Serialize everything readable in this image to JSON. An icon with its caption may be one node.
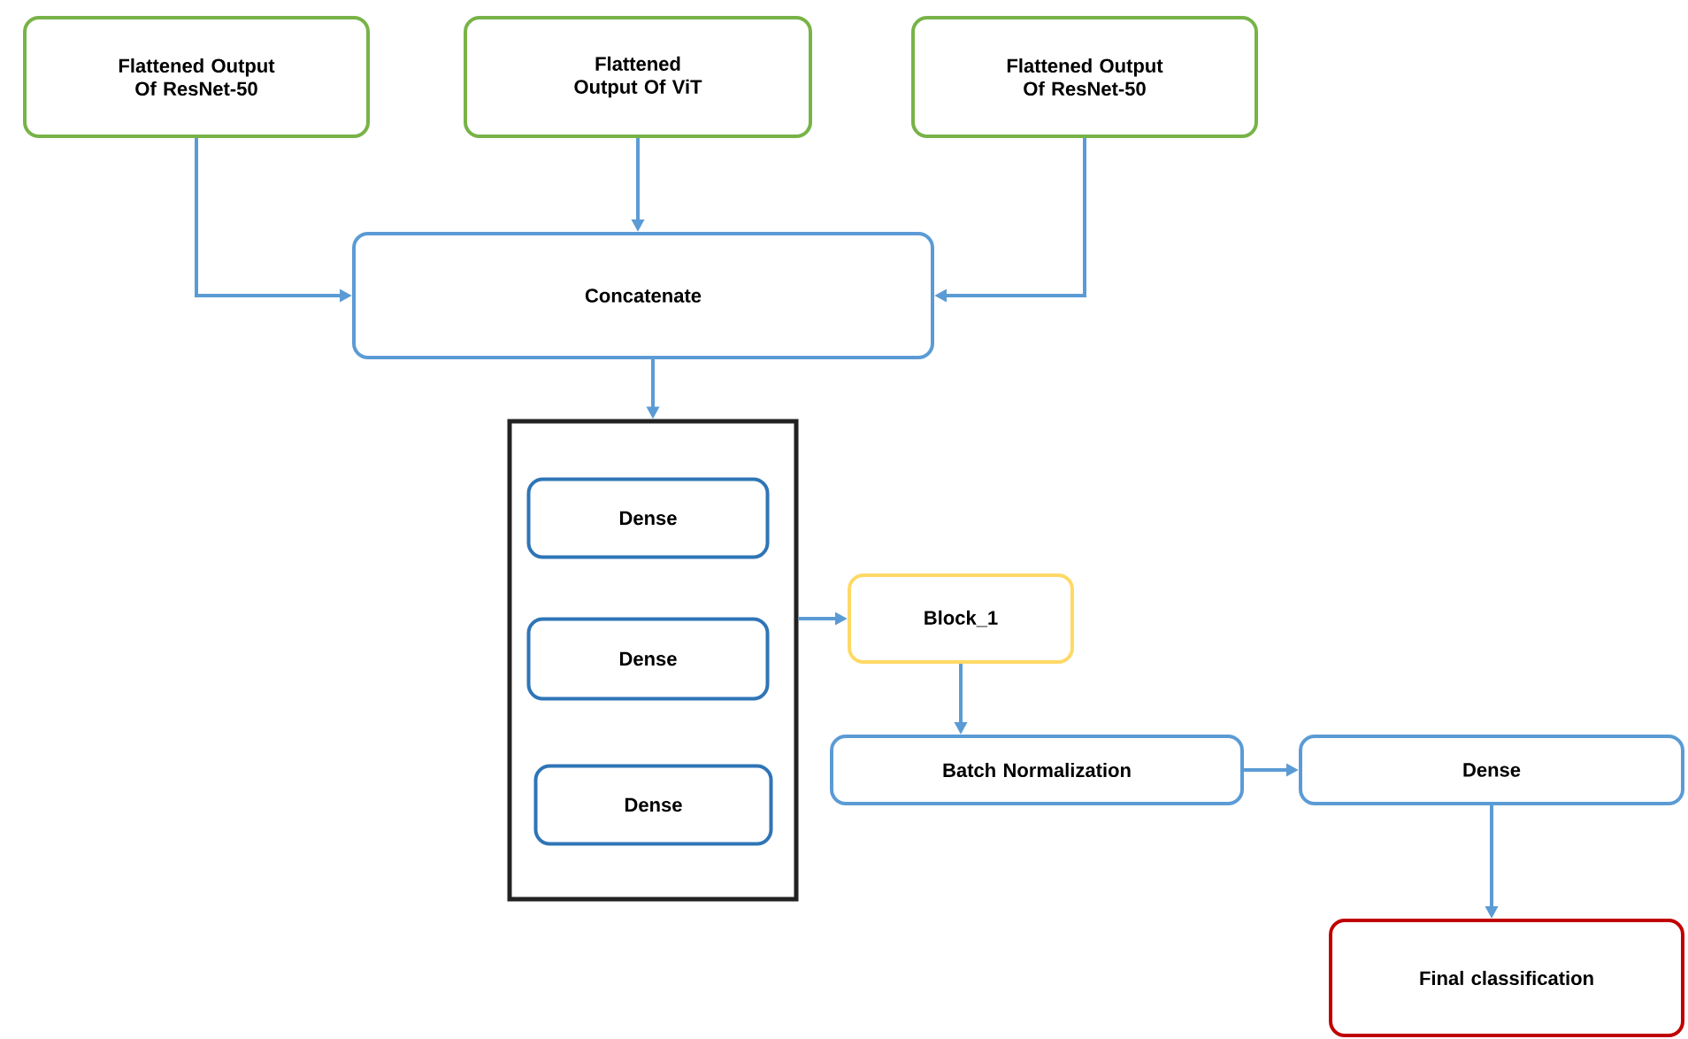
{
  "diagram": {
    "nodes": [
      {
        "text": [
          "Flattened Output Of ResNet-50"
        ]
      },
      {
        "text": [
          "Flattened Output Of ViT"
        ]
      },
      {
        "text": [
          "Flattened Output Of ResNet-50"
        ]
      },
      {
        "text": [
          "Concatenate"
        ]
      },
      {
        "text": [],
        "shape": "box"
      },
      {
        "text": [
          "Dense"
        ],
        "in": 4
      },
      {
        "text": [
          "Dense"
        ],
        "in": 4
      },
      {
        "text": [
          "Dense"
        ],
        "in": 4
      },
      {
        "text": [
          "Block_1"
        ]
      },
      {
        "text": [
          "Batch Normalization"
        ]
      },
      {
        "text": [
          "Dense"
        ]
      },
      {
        "text": [
          "Final classification"
        ]
      }
    ],
    "edges": [
      {
        "from": 0,
        "to": 3,
        "arrow": "to"
      },
      {
        "from": 1,
        "to": 3,
        "arrow": "to"
      },
      {
        "from": 2,
        "to": 3,
        "arrow": "to"
      },
      {
        "from": 3,
        "to": 4,
        "arrow": "to"
      },
      {
        "from": 4,
        "to": 8,
        "arrow": "to"
      },
      {
        "from": 8,
        "to": 9,
        "arrow": "to"
      },
      {
        "from": 9,
        "to": 10,
        "arrow": "to"
      },
      {
        "from": 10,
        "to": 11,
        "arrow": "to"
      }
    ]
  }
}
